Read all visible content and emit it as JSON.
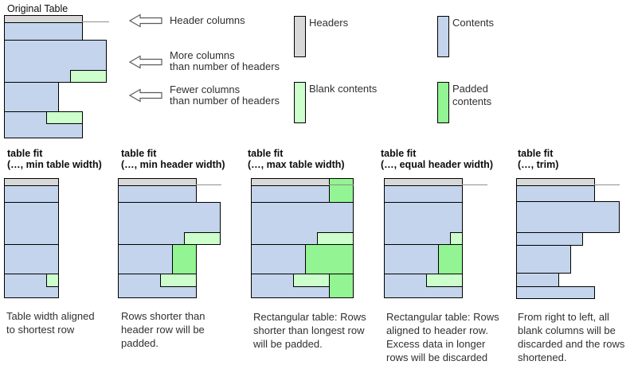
{
  "colors": {
    "header_fill": "#d8d8d8",
    "content_fill": "#c3d4ec",
    "blank_fill": "#ccffcc",
    "padded_fill": "#92f492",
    "border": "#000000",
    "guide_line": "#8f8f8f",
    "arrow_outline": "#5a5a5a",
    "arrow_fill": "#ffffff",
    "text_body": "#303030",
    "text_strong": "#0d0d0d"
  },
  "original_table": {
    "title": "Original Table"
  },
  "annotations": [
    {
      "label": "Header columns"
    },
    {
      "label": "More columns\nthan number of headers"
    },
    {
      "label": "Fewer columns\nthan number of headers"
    }
  ],
  "legend": [
    {
      "name": "headers",
      "label": "Headers"
    },
    {
      "name": "contents",
      "label": "Contents"
    },
    {
      "name": "blank-contents",
      "label": "Blank contents"
    },
    {
      "name": "padded-contents",
      "label": "Padded\ncontents"
    }
  ],
  "variants": [
    {
      "id": "min_table_width",
      "heading_line1": "table fit",
      "heading_line2": "(…, min table width)",
      "caption": "Table width aligned\nto shortest row"
    },
    {
      "id": "min_header_width",
      "heading_line1": "table fit",
      "heading_line2": "(…, min header width)",
      "caption": "Rows shorter than\nheader row will be\npadded."
    },
    {
      "id": "max_table_width",
      "heading_line1": "table fit",
      "heading_line2": "(…, max table width)",
      "caption": "Rectangular table: Rows\nshorter than longest row\nwill be padded."
    },
    {
      "id": "equal_header_width",
      "heading_line1": "table fit",
      "heading_line2": "(…, equal header width)",
      "caption": "Rectangular table: Rows\naligned to header row.\nExcess data in longer\nrows will be discarded"
    },
    {
      "id": "trim",
      "heading_line1": "table fit",
      "heading_line2": "(…, trim)",
      "caption": "From right to left, all\nblank columns will be\ndiscarded and the rows\nshortened."
    }
  ],
  "diagrams": {
    "original_table": [
      [
        5,
        19,
        99,
        10,
        "header"
      ],
      [
        103,
        27,
        34,
        1,
        "guide"
      ],
      [
        5,
        28,
        99,
        23,
        "content"
      ],
      [
        5,
        50,
        129,
        54,
        "content"
      ],
      [
        88,
        88,
        46,
        16,
        "blank"
      ],
      [
        5,
        103,
        69,
        38,
        "content"
      ],
      [
        5,
        140,
        99,
        34,
        "content"
      ],
      [
        58,
        140,
        46,
        16,
        "blank"
      ]
    ],
    "min_table_width": [
      [
        5,
        224,
        69,
        10,
        "header"
      ],
      [
        5,
        233,
        69,
        22,
        "content"
      ],
      [
        5,
        254,
        69,
        54,
        "content"
      ],
      [
        5,
        307,
        69,
        38,
        "content"
      ],
      [
        5,
        344,
        69,
        31,
        "content"
      ],
      [
        58,
        344,
        16,
        17,
        "blank"
      ]
    ],
    "min_header_width": [
      [
        148,
        224,
        99,
        10,
        "header"
      ],
      [
        246,
        232,
        32,
        1,
        "guide"
      ],
      [
        148,
        233,
        99,
        22,
        "content"
      ],
      [
        148,
        254,
        129,
        54,
        "content"
      ],
      [
        231,
        292,
        46,
        16,
        "blank"
      ],
      [
        148,
        307,
        69,
        38,
        "content"
      ],
      [
        216,
        307,
        31,
        38,
        "padded"
      ],
      [
        148,
        344,
        99,
        31,
        "content"
      ],
      [
        201,
        344,
        46,
        17,
        "blank"
      ]
    ],
    "max_table_width": [
      [
        315,
        224,
        99,
        10,
        "header"
      ],
      [
        413,
        224,
        31,
        31,
        "padded"
      ],
      [
        315,
        233,
        99,
        22,
        "content"
      ],
      [
        413,
        232,
        31,
        1,
        "guide"
      ],
      [
        315,
        254,
        129,
        54,
        "content"
      ],
      [
        398,
        292,
        46,
        16,
        "blank"
      ],
      [
        315,
        307,
        69,
        38,
        "content"
      ],
      [
        383,
        307,
        61,
        38,
        "padded"
      ],
      [
        315,
        344,
        99,
        31,
        "content"
      ],
      [
        368,
        344,
        46,
        17,
        "blank"
      ],
      [
        413,
        344,
        31,
        31,
        "padded"
      ]
    ],
    "equal_header_width": [
      [
        482,
        224,
        99,
        10,
        "header"
      ],
      [
        580,
        232,
        32,
        1,
        "guide"
      ],
      [
        482,
        233,
        99,
        22,
        "content"
      ],
      [
        482,
        254,
        99,
        54,
        "content"
      ],
      [
        565,
        292,
        16,
        16,
        "blank"
      ],
      [
        482,
        307,
        69,
        38,
        "content"
      ],
      [
        550,
        307,
        31,
        38,
        "padded"
      ],
      [
        482,
        344,
        99,
        31,
        "content"
      ],
      [
        535,
        344,
        46,
        17,
        "blank"
      ]
    ],
    "trim": [
      [
        648,
        224,
        99,
        10,
        "header"
      ],
      [
        746,
        232,
        32,
        1,
        "guide"
      ],
      [
        648,
        233,
        99,
        21,
        "content"
      ],
      [
        648,
        253,
        130,
        40,
        "content"
      ],
      [
        648,
        292,
        84,
        17,
        "content"
      ],
      [
        648,
        308,
        69,
        36,
        "content"
      ],
      [
        648,
        343,
        54,
        18,
        "content"
      ],
      [
        648,
        360,
        99,
        16,
        "content"
      ]
    ]
  }
}
